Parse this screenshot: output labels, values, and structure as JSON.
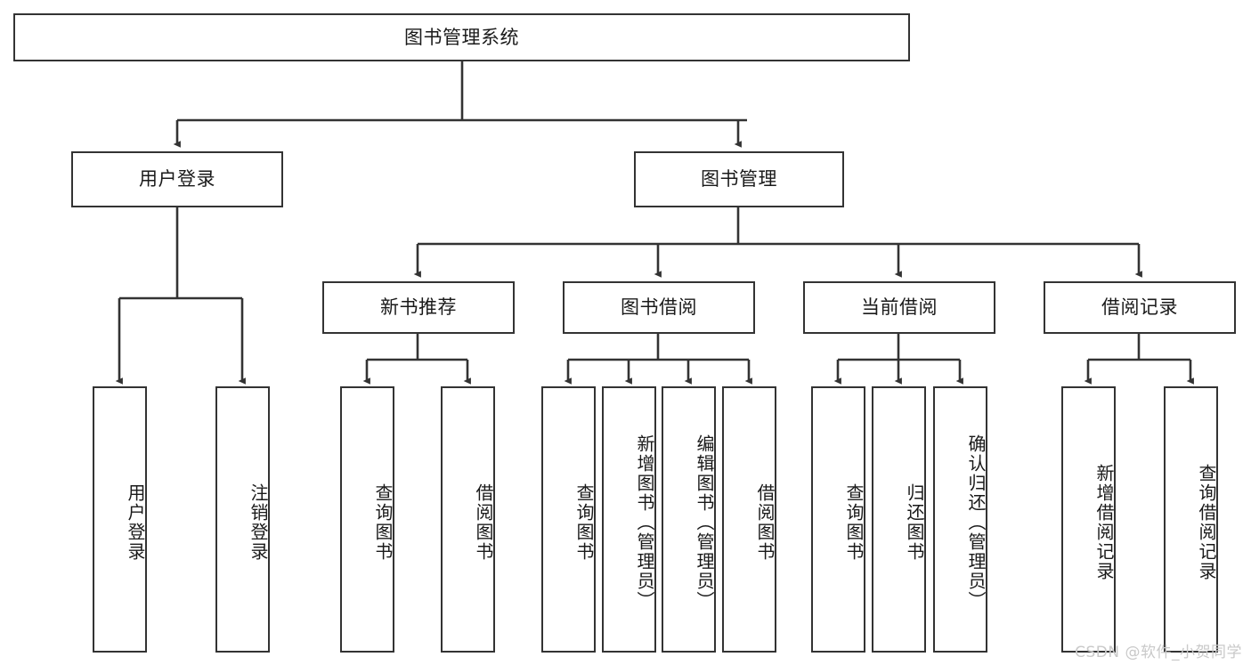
{
  "diagram": {
    "title": "图书管理系统",
    "type": "tree-hierarchy-chart",
    "colors": {
      "stroke": "#333333",
      "fill": "#ffffff",
      "text": "#1a1a1a",
      "watermark": "#c9c9c9"
    },
    "root": {
      "id": "root",
      "label": "图书管理系统"
    },
    "level2": [
      {
        "id": "user-login",
        "label": "用户登录"
      },
      {
        "id": "book-manage",
        "label": "图书管理"
      }
    ],
    "level3": [
      {
        "id": "new-book-recommend",
        "label": "新书推荐"
      },
      {
        "id": "book-borrow",
        "label": "图书借阅"
      },
      {
        "id": "current-borrow",
        "label": "当前借阅"
      },
      {
        "id": "borrow-record",
        "label": "借阅记录"
      }
    ],
    "leaves": {
      "user-login": [
        {
          "id": "leaf-user-login",
          "label": "用户登录"
        },
        {
          "id": "leaf-logout-login",
          "label": "注销登录"
        }
      ],
      "new-book-recommend": [
        {
          "id": "leaf-query-book-1",
          "label": "查询图书"
        },
        {
          "id": "leaf-borrow-book-1",
          "label": "借阅图书"
        }
      ],
      "book-borrow": [
        {
          "id": "leaf-query-book-2",
          "label": "查询图书"
        },
        {
          "id": "leaf-add-book",
          "label": "新增图书（管理员）"
        },
        {
          "id": "leaf-edit-book",
          "label": "编辑图书（管理员）"
        },
        {
          "id": "leaf-borrow-book-2",
          "label": "借阅图书"
        }
      ],
      "current-borrow": [
        {
          "id": "leaf-query-book-3",
          "label": "查询图书"
        },
        {
          "id": "leaf-return-book",
          "label": "归还图书"
        },
        {
          "id": "leaf-confirm-return",
          "label": "确认归还（管理员）"
        }
      ],
      "borrow-record": [
        {
          "id": "leaf-add-record",
          "label": "新增借阅记录"
        },
        {
          "id": "leaf-query-record",
          "label": "查询借阅记录"
        }
      ]
    }
  },
  "watermark": {
    "text": "CSDN @软件_小贺同学"
  }
}
